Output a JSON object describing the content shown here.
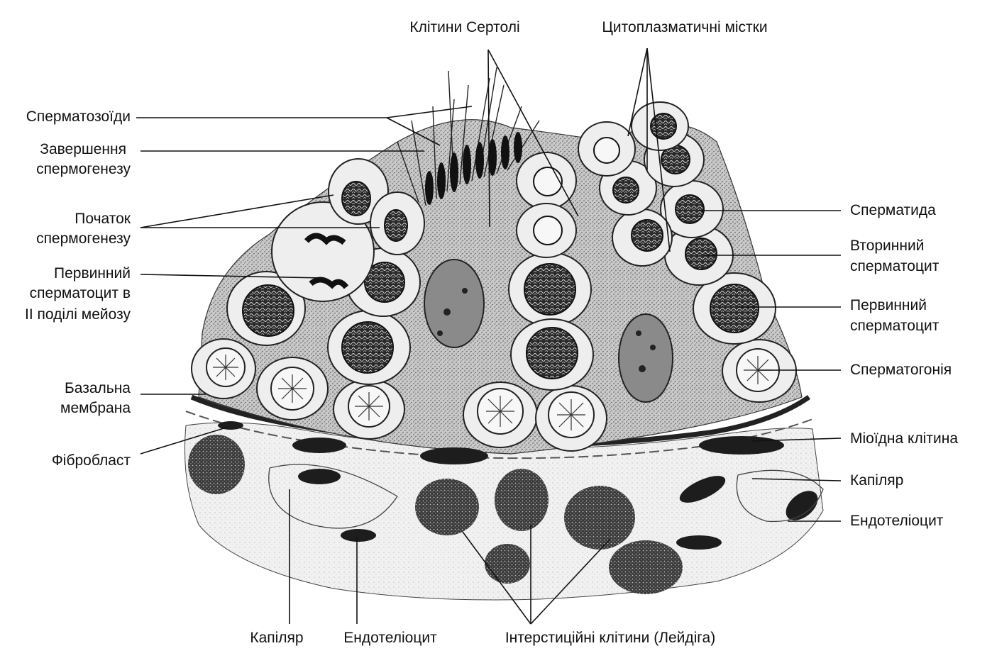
{
  "labels": {
    "sertoli": "Клітини Сертолі",
    "bridges": "Цитоплазматичні містки",
    "spermatozoa": "Сперматозоїди",
    "spermiogenesis_end_1": "Завершення",
    "spermiogenesis_end_2": "спермогенезу",
    "spermiogenesis_start_1": "Початок",
    "spermiogenesis_start_2": "спермогенезу",
    "primary_meiosis_1": "Первинний",
    "primary_meiosis_2": "сперматоцит в",
    "primary_meiosis_3": "II поділі мейозу",
    "basal_membrane_1": "Базальна",
    "basal_membrane_2": "мембрана",
    "fibroblast": "Фібробласт",
    "capillary_bottom": "Капіляр",
    "endotheliocyte_bottom": "Ендотеліоцит",
    "leydig": "Інтерстиційні клітини (Лейдіга)",
    "spermatid": "Сперматида",
    "secondary_1": "Вторинний",
    "secondary_2": "сперматоцит",
    "primary_1": "Первинний",
    "primary_2": "сперматоцит",
    "spermatogonia": "Сперматогонія",
    "myoid": "Міоїдна клітина",
    "capillary_right": "Капіляр",
    "endotheliocyte_right": "Ендотеліоцит"
  }
}
